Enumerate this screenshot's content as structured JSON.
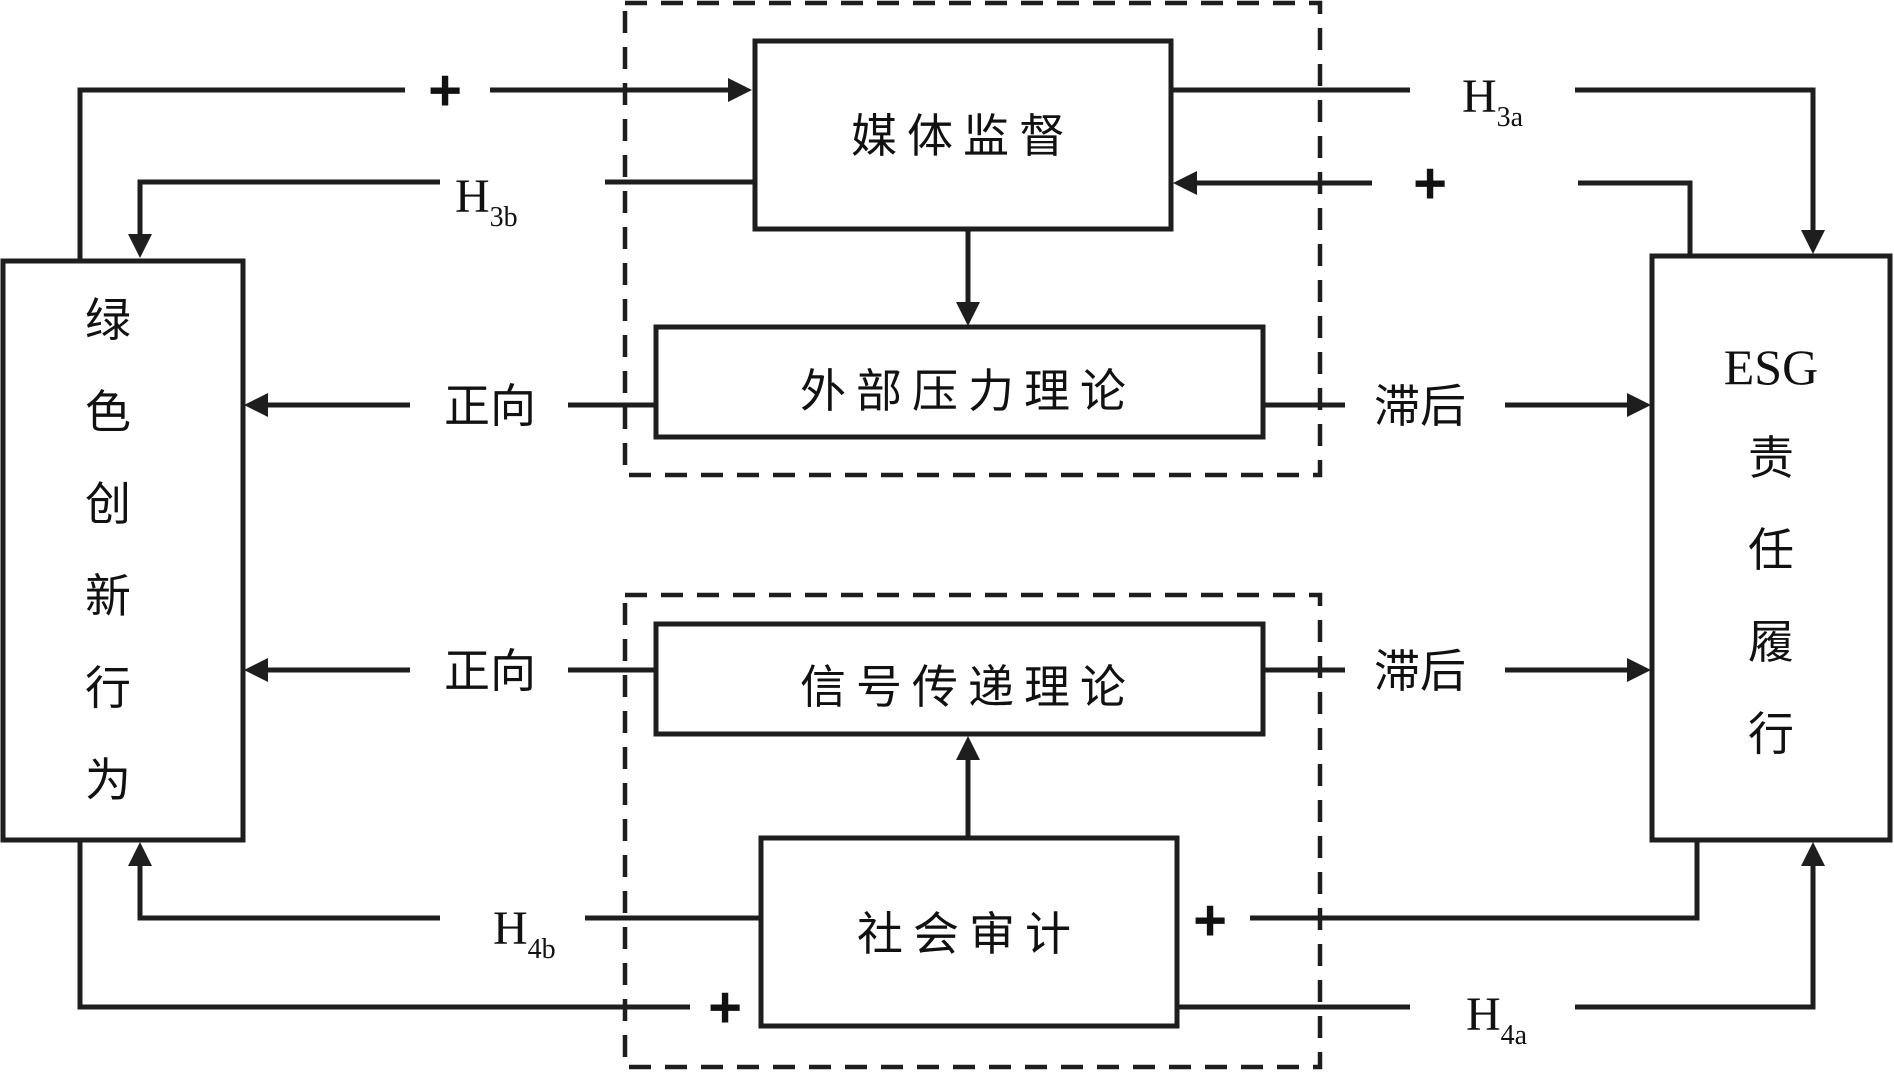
{
  "nodes": {
    "green_innovation": {
      "label": "绿色创新行为",
      "chars": [
        "绿",
        "色",
        "创",
        "新",
        "行",
        "为"
      ]
    },
    "esg": {
      "label": "ESG责任履行",
      "prefix": "ESG",
      "chars": [
        "责",
        "任",
        "履",
        "行"
      ]
    },
    "media_supervision": {
      "label": "媒体监督"
    },
    "external_pressure_theory": {
      "label": "外部压力理论"
    },
    "signal_theory": {
      "label": "信号传递理论"
    },
    "social_audit": {
      "label": "社会审计"
    }
  },
  "edge_labels": {
    "positive_top": "正向",
    "positive_bottom": "正向",
    "lag_top": "滞后",
    "lag_bottom": "滞后",
    "plus": "+"
  },
  "hypotheses": {
    "h3a": {
      "main": "H",
      "sub": "3a"
    },
    "h3b": {
      "main": "H",
      "sub": "3b"
    },
    "h4a": {
      "main": "H",
      "sub": "4a"
    },
    "h4b": {
      "main": "H",
      "sub": "4b"
    }
  },
  "colors": {
    "stroke": "#1e1e1e",
    "background": "#ffffff"
  }
}
